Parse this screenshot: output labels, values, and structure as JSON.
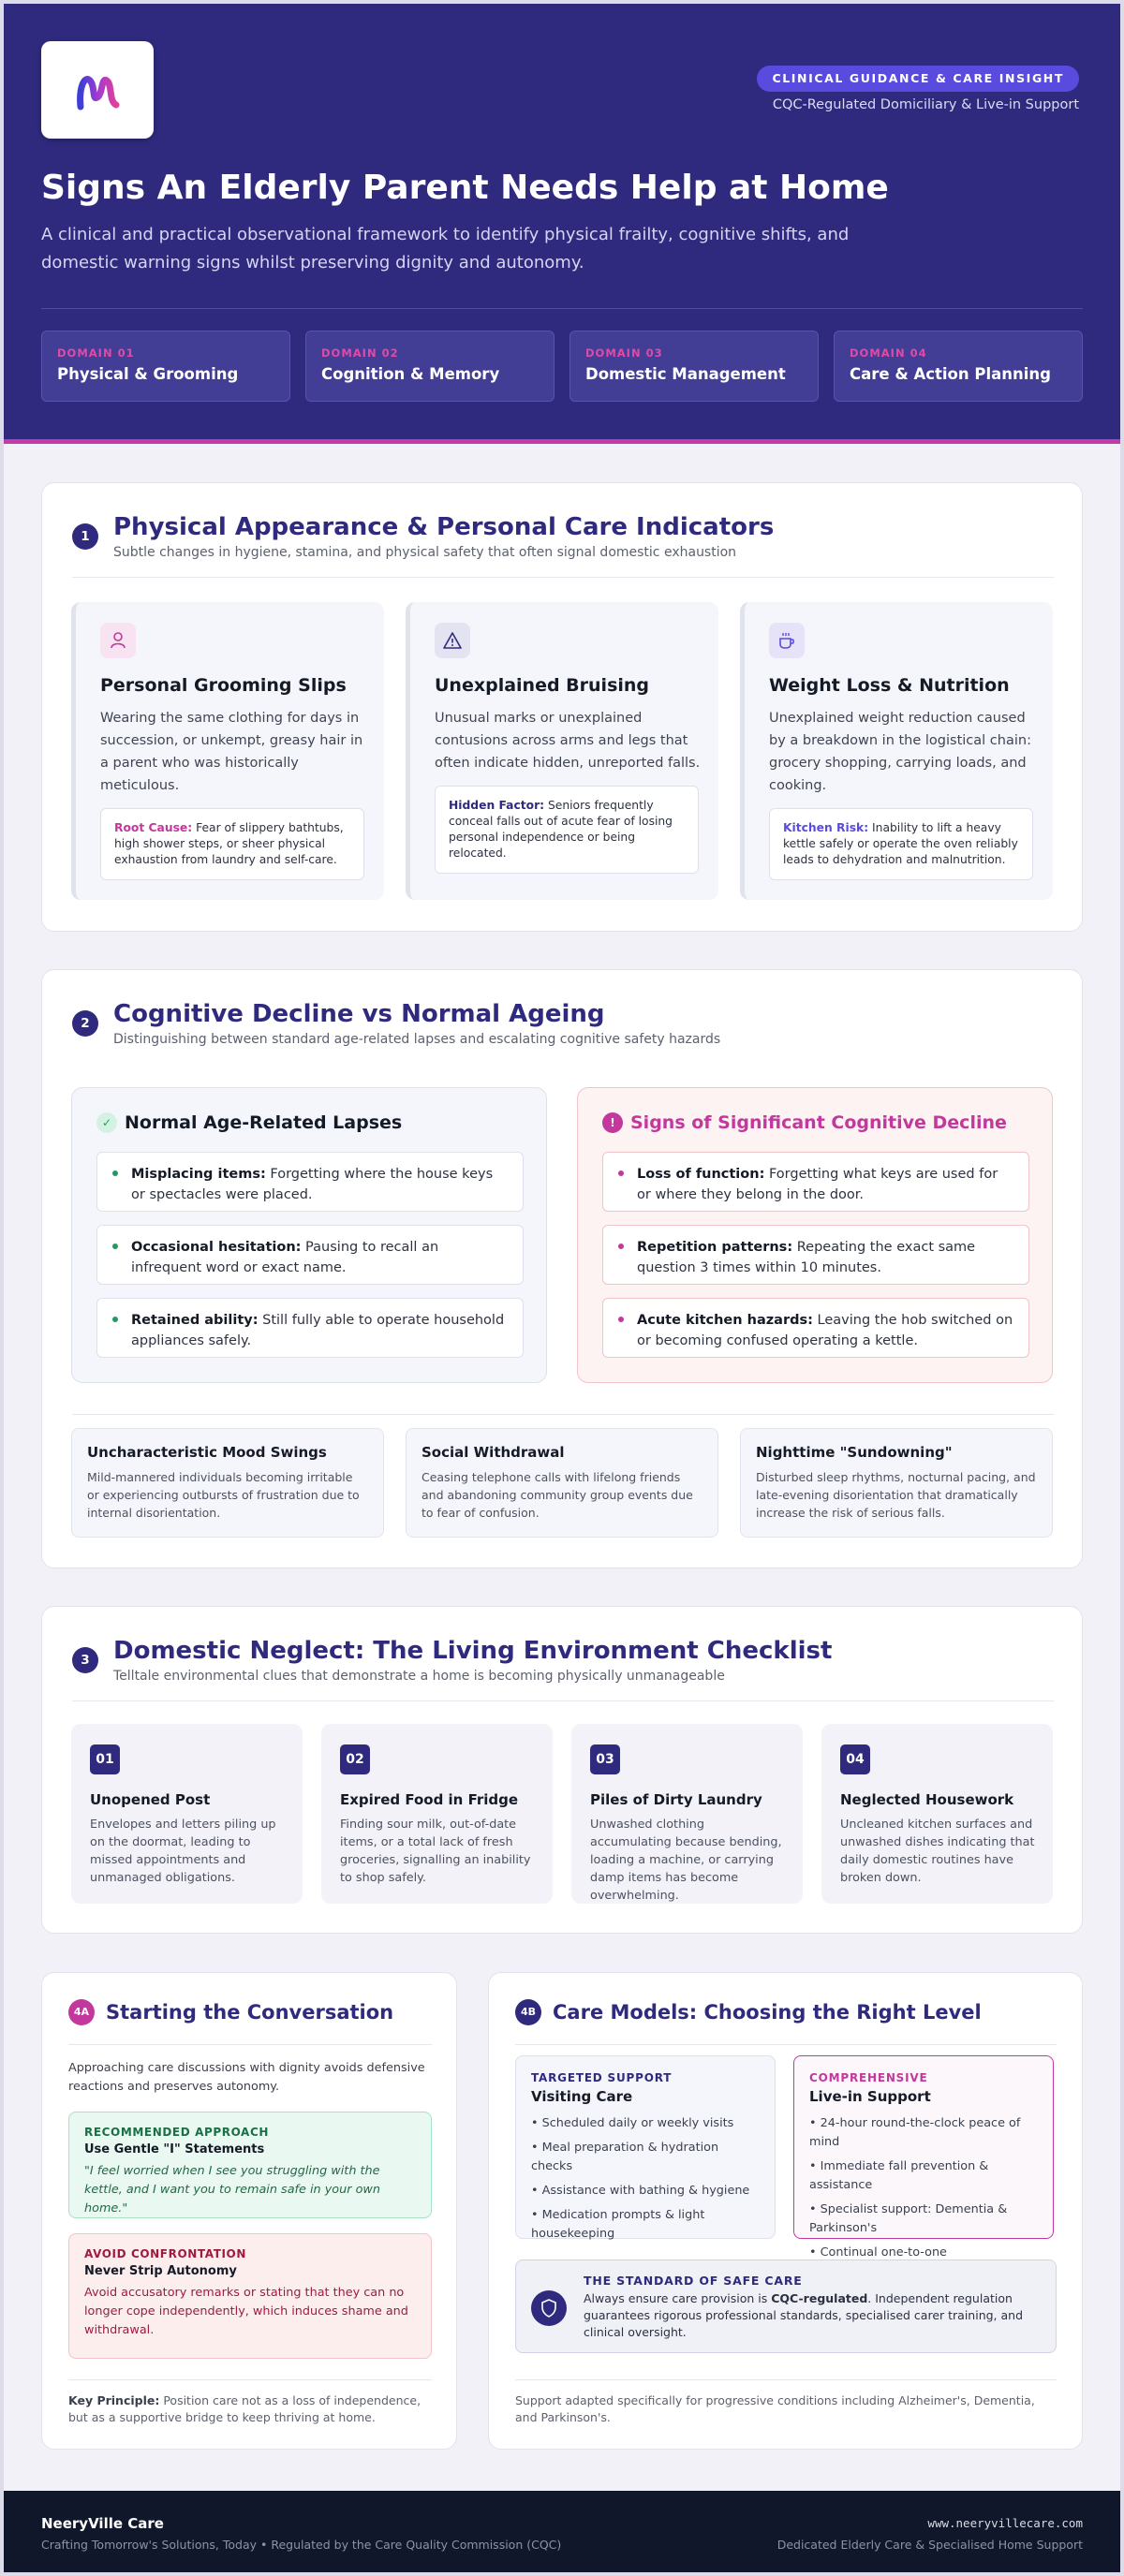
{
  "header": {
    "badge": "CLINICAL GUIDANCE & CARE INSIGHT",
    "subtitle": "CQC-Regulated Domiciliary & Live-in Support",
    "title": "Signs An Elderly Parent Needs Help at Home",
    "description": "A clinical and practical observational framework to identify physical frailty, cognitive shifts, and domestic warning signs whilst preserving dignity and autonomy.",
    "domains": [
      {
        "label": "DOMAIN 01",
        "name": "Physical & Grooming"
      },
      {
        "label": "DOMAIN 02",
        "name": "Cognition & Memory"
      },
      {
        "label": "DOMAIN 03",
        "name": "Domestic Management"
      },
      {
        "label": "DOMAIN 04",
        "name": "Care & Action Planning"
      }
    ]
  },
  "section1": {
    "number": "1",
    "title": "Physical Appearance & Personal Care Indicators",
    "subtitle": "Subtle changes in hygiene, stamina, and physical safety that often signal domestic exhaustion",
    "cards": [
      {
        "icon": "person-icon",
        "title": "Personal Grooming Slips",
        "text": "Wearing the same clothing for days in succession, or unkempt, greasy hair in a parent who was historically meticulous.",
        "note_label": "Root Cause:",
        "note_text": " Fear of slippery bathtubs, high shower steps, or sheer physical exhaustion from laundry and self-care."
      },
      {
        "icon": "warning-icon",
        "title": "Unexplained Bruising",
        "text": "Unusual marks or unexplained contusions across arms and legs that often indicate hidden, unreported falls.",
        "note_label": "Hidden Factor:",
        "note_text": " Seniors frequently conceal falls out of acute fear of losing personal independence or being relocated."
      },
      {
        "icon": "cup-icon",
        "title": "Weight Loss & Nutrition",
        "text": "Unexplained weight reduction caused by a breakdown in the logistical chain: grocery shopping, carrying loads, and cooking.",
        "note_label": "Kitchen Risk:",
        "note_text": " Inability to lift a heavy kettle safely or operate the oven reliably leads to dehydration and malnutrition."
      }
    ],
    "colors": {
      "root": "#c2389c",
      "hidden": "#2f2a7e",
      "kitchen": "#5a4bdf"
    }
  },
  "section2": {
    "number": "2",
    "title": "Cognitive Decline vs Normal Ageing",
    "subtitle": "Distinguishing between standard age-related lapses and escalating cognitive safety hazards",
    "normal": {
      "badge": "✓",
      "title": "Normal Age-Related Lapses",
      "items": [
        {
          "bold": "Misplacing items:",
          "text": " Forgetting where the house keys or spectacles were placed."
        },
        {
          "bold": "Occasional hesitation:",
          "text": " Pausing to recall an infrequent word or exact name."
        },
        {
          "bold": "Retained ability:",
          "text": " Still fully able to operate household appliances safely."
        }
      ]
    },
    "decline": {
      "badge": "!",
      "title": "Signs of Significant Cognitive Decline",
      "items": [
        {
          "bold": "Loss of function:",
          "text": " Forgetting what keys are used for or where they belong in the door."
        },
        {
          "bold": "Repetition patterns:",
          "text": " Repeating the exact same question 3 times within 10 minutes."
        },
        {
          "bold": "Acute kitchen hazards:",
          "text": " Leaving the hob switched on or becoming confused operating a kettle."
        }
      ]
    },
    "extras": [
      {
        "title": "Uncharacteristic Mood Swings",
        "text": "Mild-mannered individuals becoming irritable or experiencing outbursts of frustration due to internal disorientation."
      },
      {
        "title": "Social Withdrawal",
        "text": "Ceasing telephone calls with lifelong friends and abandoning community group events due to fear of confusion."
      },
      {
        "title": "Nighttime \"Sundowning\"",
        "text": "Disturbed sleep rhythms, nocturnal pacing, and late-evening disorientation that dramatically increase the risk of serious falls."
      }
    ]
  },
  "section3": {
    "number": "3",
    "title": "Domestic Neglect: The Living Environment Checklist",
    "subtitle": "Telltale environmental clues that demonstrate a home is becoming physically unmanageable",
    "items": [
      {
        "num": "01",
        "title": "Unopened Post",
        "text": "Envelopes and letters piling up on the doormat, leading to missed appointments and unmanaged obligations."
      },
      {
        "num": "02",
        "title": "Expired Food in Fridge",
        "text": "Finding sour milk, out-of-date items, or a total lack of fresh groceries, signalling an inability to shop safely."
      },
      {
        "num": "03",
        "title": "Piles of Dirty Laundry",
        "text": "Unwashed clothing accumulating because bending, loading a machine, or carrying damp items has become overwhelming."
      },
      {
        "num": "04",
        "title": "Neglected Housework",
        "text": "Uncleaned kitchen surfaces and unwashed dishes indicating that daily domestic routines have broken down."
      }
    ]
  },
  "section4a": {
    "number": "4A",
    "title": "Starting the Conversation",
    "intro": "Approaching care discussions with dignity avoids defensive reactions and preserves autonomy.",
    "recommended": {
      "label": "RECOMMENDED APPROACH",
      "title": "Use Gentle \"I\" Statements",
      "text": "\"I feel worried when I see you struggling with the kettle, and I want you to remain safe in your own home.\""
    },
    "avoid": {
      "label": "AVOID CONFRONTATION",
      "title": "Never Strip Autonomy",
      "text": "Avoid accusatory remarks or stating that they can no longer cope independently, which induces shame and withdrawal."
    },
    "principle_label": "Key Principle:",
    "principle_text": " Position care not as a loss of independence, but as a supportive bridge to keep thriving at home."
  },
  "section4b": {
    "number": "4B",
    "title": "Care Models: Choosing the Right Level",
    "visiting": {
      "tag": "TARGETED SUPPORT",
      "title": "Visiting Care",
      "items": [
        "• Scheduled daily or weekly visits",
        "• Meal preparation & hydration checks",
        "• Assistance with bathing & hygiene",
        "• Medication prompts & light housekeeping"
      ]
    },
    "livein": {
      "tag": "COMPREHENSIVE",
      "title": "Live-in Support",
      "items": [
        "• 24-hour round-the-clock peace of mind",
        "• Immediate fall prevention & assistance",
        "• Specialist support: Dementia & Parkinson's",
        "• Continual one-to-one companionship"
      ]
    },
    "standard": {
      "title": "THE STANDARD OF SAFE CARE",
      "pre": "Always ensure care provision is ",
      "bold": "CQC-regulated",
      "post": ". Independent regulation guarantees rigorous professional standards, specialised carer training, and clinical oversight."
    },
    "footnote": "Support adapted specifically for progressive conditions including Alzheimer's, Dementia, and Parkinson's."
  },
  "footer": {
    "brand": "NeeryVille Care",
    "sub": "Crafting Tomorrow's Solutions, Today • Regulated by the Care Quality Commission (CQC)",
    "url": "www.neeryvillecare.com",
    "tagline": "Dedicated Elderly Care & Specialised Home Support"
  }
}
